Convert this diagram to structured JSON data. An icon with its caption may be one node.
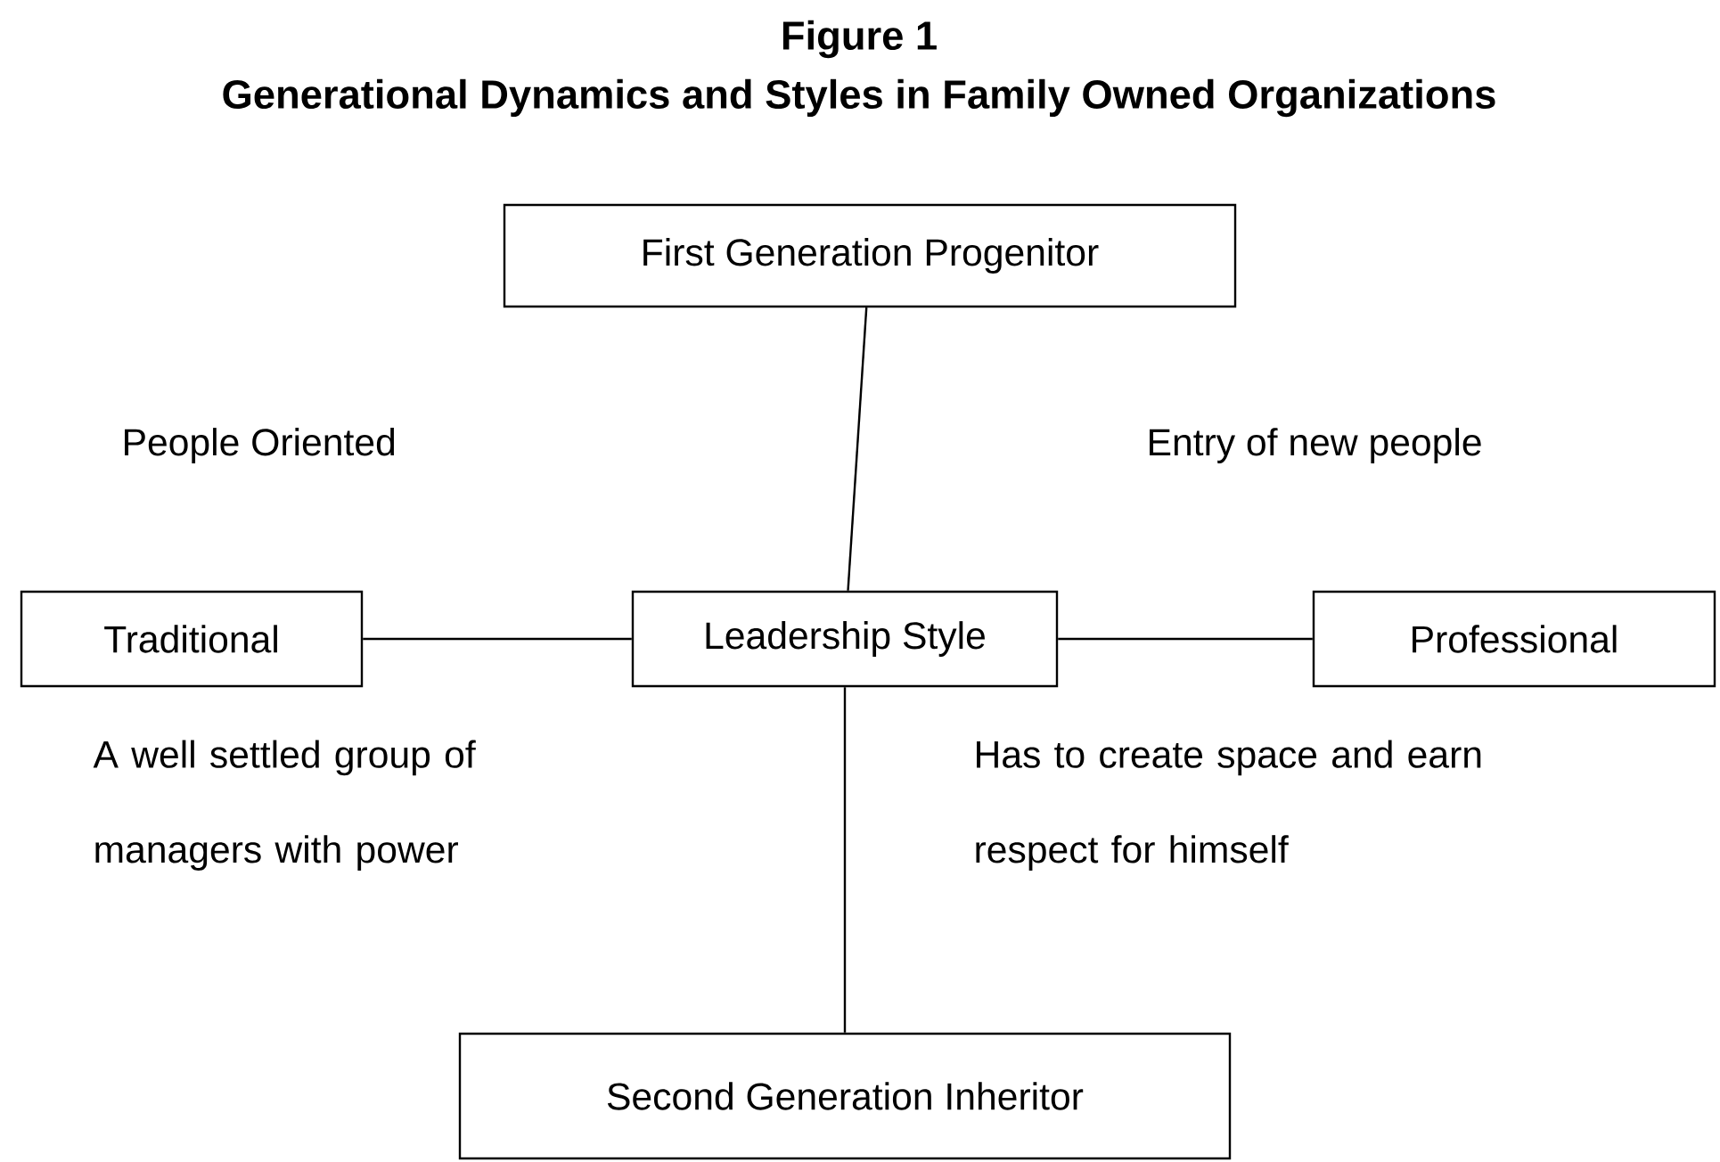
{
  "diagram": {
    "title": "Generational Dynamics and Styles in Family Owned Organizations",
    "nodes": [
      {
        "text": [
          "First Generation Progenitor"
        ]
      },
      {
        "text": [
          "Traditional"
        ]
      },
      {
        "text": [
          "Leadership Style"
        ]
      },
      {
        "text": [
          "Professional"
        ]
      },
      {
        "text": [
          "Second Generation Inheritor"
        ]
      }
    ],
    "edges": [
      {
        "from": 0,
        "to": 2,
        "arrow": "none"
      },
      {
        "from": 1,
        "to": 2,
        "arrow": "none"
      },
      {
        "from": 2,
        "to": 3,
        "arrow": "none"
      },
      {
        "from": 2,
        "to": 4,
        "arrow": "none"
      }
    ],
    "labels": [
      "Figure 1",
      "People Oriented",
      "Entry of new people",
      "A well settled group of managers with power",
      "Has to create space and earn respect for himself"
    ]
  }
}
